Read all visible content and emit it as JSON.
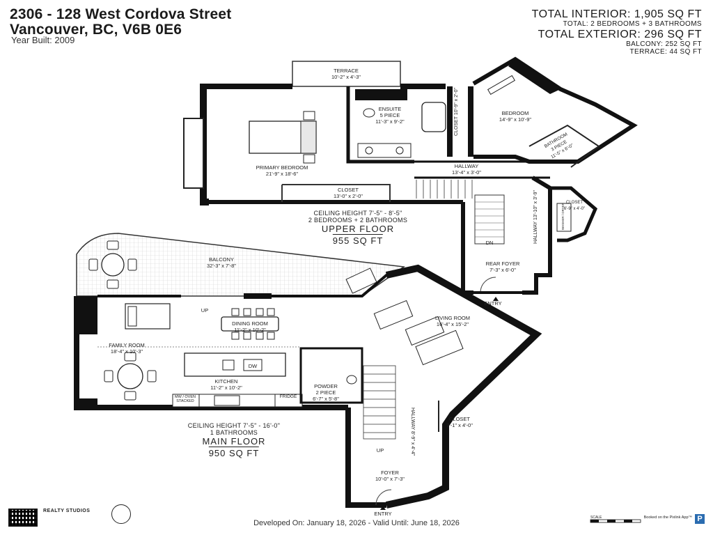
{
  "header": {
    "address_line1": "2306 - 128 West Cordova Street",
    "address_line2": "Vancouver, BC, V6B 0E6",
    "year_built": "Year Built: 2009"
  },
  "summary": {
    "total_interior": "TOTAL INTERIOR: 1,905 SQ FT",
    "total_rooms": "TOTAL: 2 BEDROOMS + 3 BATHROOMS",
    "total_exterior": "TOTAL EXTERIOR: 296 SQ FT",
    "balcony": "BALCONY: 252 SQ FT",
    "terrace": "TERRACE: 44 SQ FT"
  },
  "upper_floor": {
    "ceiling": "CEILING HEIGHT 7'-5\" - 8'-5\"",
    "rooms_count": "2 BEDROOMS + 2 BATHROOMS",
    "name": "UPPER FLOOR",
    "sqft": "955 SQ FT",
    "rooms": {
      "terrace": {
        "name": "TERRACE",
        "dim": "10'-2\" x 4'-3\""
      },
      "ensuite": {
        "name": "ENSUITE",
        "sub": "5 PIECE",
        "dim": "11'-3\" x 9'-2\""
      },
      "closet_small": {
        "name": "CLOSET",
        "dim": "10'-9\" x 2'-0\""
      },
      "bedroom": {
        "name": "BEDROOM",
        "dim": "14'-9\" x 10'-9\""
      },
      "bathroom": {
        "name": "BATHROOM",
        "sub": "3 PIECE",
        "dim": "11'-5\" x 6'-0\""
      },
      "primary_bedroom": {
        "name": "PRIMARY BEDROOM",
        "dim": "21'-9\" x 18'-6\""
      },
      "hallway": {
        "name": "HALLWAY",
        "dim": "13'-4\" x 3'-0\""
      },
      "closet_primary": {
        "name": "CLOSET",
        "dim": "13'-0\" x 2'-0\""
      },
      "hallway_vert": {
        "name": "HALLWAY",
        "dim": "13'-10\" x 3'-9\""
      },
      "closet_right": {
        "name": "CLOSET",
        "dim": "6'-9\" x 4'-0\""
      },
      "washer": "WASHER / DRYER",
      "down": "DN",
      "rear_foyer": {
        "name": "REAR FOYER",
        "dim": "7'-3\" x 6'-0\""
      },
      "entry": "ENTRY"
    }
  },
  "main_floor": {
    "ceiling": "CEILING HEIGHT 7'-5\" - 16'-0\"",
    "rooms_count": "1 BATHROOMS",
    "name": "MAIN FLOOR",
    "sqft": "950 SQ FT",
    "rooms": {
      "balcony": {
        "name": "BALCONY",
        "dim": "32'-3\" x 7'-8\""
      },
      "up_balcony": "UP",
      "dining": {
        "name": "DINING ROOM",
        "dim": "11'-2\" x 10'-2\""
      },
      "living": {
        "name": "LIVING ROOM",
        "dim": "16'-4\" x 15'-2\""
      },
      "family": {
        "name": "FAMILY ROOM",
        "dim": "18'-4\" x 10'-3\""
      },
      "kitchen": {
        "name": "KITCHEN",
        "dim": "11'-2\" x 10'-2\""
      },
      "dw": "DW",
      "mw": "MW / OVEN STACKED",
      "fridge": "FRIDGE",
      "powder": {
        "name": "POWDER",
        "sub": "2 PIECE",
        "dim": "6'-7\" x 5'-8\""
      },
      "hallway": {
        "name": "HALLWAY",
        "dim": "8'-9\" x 4'-4\""
      },
      "closet": {
        "name": "CLOSET",
        "dim": "7'-1\" x 4'-0\""
      },
      "up_stairs": "UP",
      "foyer": {
        "name": "FOYER",
        "dim": "10'-0\" x 7'-3\""
      },
      "entry": "ENTRY"
    }
  },
  "footer": {
    "developed": "Developed On: January 18, 2026 - Valid Until: June 18, 2026",
    "logo": "REALTY STUDIOS",
    "scale": "SCALE",
    "booked": "Booked on the Pixlink App™",
    "pixlink_letter": "P"
  }
}
